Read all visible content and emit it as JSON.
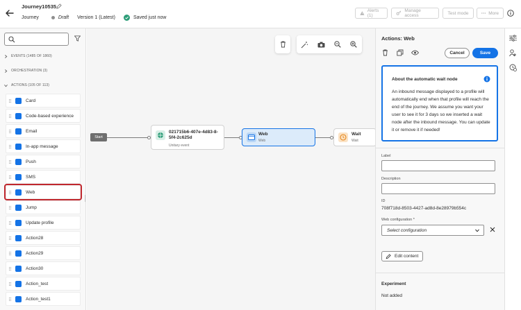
{
  "header": {
    "title": "Journey10535",
    "breadcrumb": "Journey",
    "status": "Draft",
    "version": "Version 1 (Latest)",
    "saved": "Saved just now",
    "buttons": {
      "alerts": "Alerts (1)",
      "manage_access": "Manage access",
      "test_mode": "Test mode",
      "more": "More"
    }
  },
  "left_panel": {
    "search_placeholder": "",
    "sections": {
      "events": "EVENTS (1485 OF 1860)",
      "orchestration": "ORCHESTRATION (3)",
      "actions": "ACTIONS (105 OF 113)"
    },
    "actions": [
      {
        "label": "Card",
        "icon": "card-icon",
        "color": "#1473e6"
      },
      {
        "label": "Code-based experience",
        "icon": "code-icon",
        "color": "#1473e6"
      },
      {
        "label": "Email",
        "icon": "email-icon",
        "color": "#1473e6"
      },
      {
        "label": "In-app message",
        "icon": "in-app-icon",
        "color": "#1473e6"
      },
      {
        "label": "Push",
        "icon": "push-icon",
        "color": "#1473e6"
      },
      {
        "label": "SMS",
        "icon": "sms-icon",
        "color": "#1473e6"
      },
      {
        "label": "Web",
        "icon": "web-icon",
        "color": "#1473e6",
        "selected": true
      },
      {
        "label": "Jump",
        "icon": "jump-icon",
        "color": "#1473e6"
      },
      {
        "label": "Update profile",
        "icon": "update-profile-icon",
        "color": "#1473e6"
      },
      {
        "label": "Action28",
        "icon": "custom-action-icon",
        "color": "#1473e6"
      },
      {
        "label": "Action29",
        "icon": "custom-action-icon",
        "color": "#1473e6"
      },
      {
        "label": "Action30",
        "icon": "custom-action-icon",
        "color": "#1473e6"
      },
      {
        "label": "Action_test",
        "icon": "gear-action-icon",
        "color": "#1473e6"
      },
      {
        "label": "Action_test1",
        "icon": "gear-action-icon",
        "color": "#1473e6"
      }
    ]
  },
  "canvas": {
    "start_label": "Start",
    "nodes": {
      "event": {
        "title": "021715b6-407e-4d83-8-5f4-2c625d",
        "subtitle": "Unitary event",
        "color": "#2d9d78"
      },
      "web": {
        "title": "Web",
        "subtitle": "Web",
        "color": "#1473e6"
      },
      "wait": {
        "title": "Wait",
        "subtitle": "Wait",
        "color": "#e68619"
      }
    }
  },
  "right_panel": {
    "title": "Actions: Web",
    "cancel_label": "Cancel",
    "save_label": "Save",
    "info_title": "About the automatic wait node",
    "info_body": "An inbound message displayed to a profile will automatically end when that profile will reach the end of the journey. We assume you want your user to see it for 3 days so we inserted a wait node after the inbound message. You can update it or remove it if needed!",
    "label_field": {
      "label": "Label",
      "value": ""
    },
    "description_field": {
      "label": "Description",
      "value": ""
    },
    "id_field": {
      "label": "ID",
      "value": "708f718d-8503-4427-ad8d-8e28979b554c"
    },
    "web_config": {
      "label": "Web configuration",
      "required_mark": "*",
      "placeholder": "Select configuration"
    },
    "edit_content_label": "Edit content",
    "experiment": {
      "title": "Experiment",
      "value": "Not added"
    }
  },
  "colors": {
    "accent": "#1473e6",
    "selected_outline": "#c0272d",
    "success": "#2d9d78"
  }
}
